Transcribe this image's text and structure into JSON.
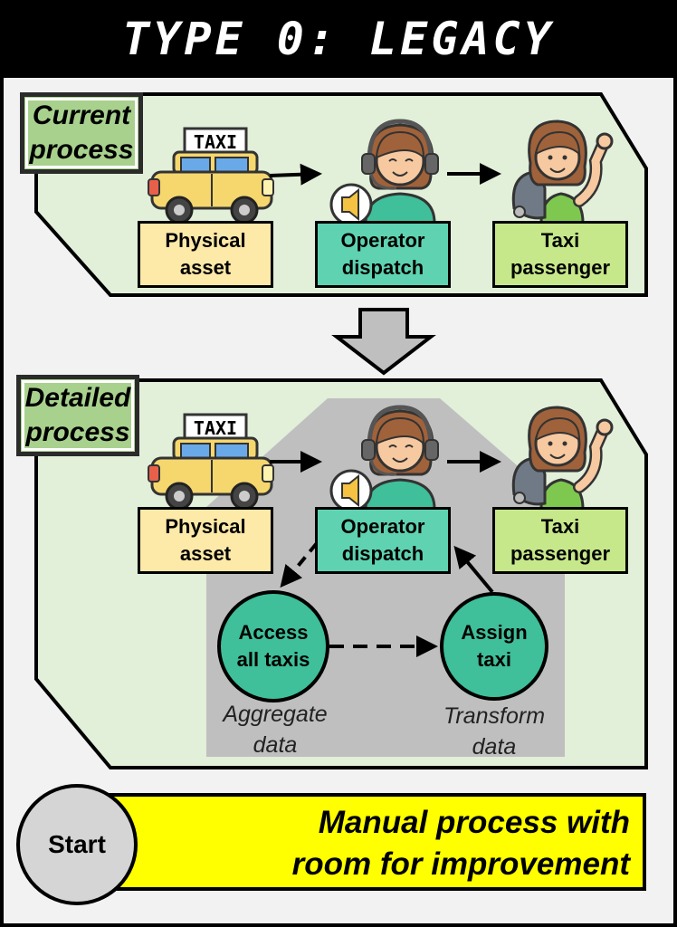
{
  "title": "TYPE 0: LEGACY PROCESS",
  "taxi_sign": "TAXI",
  "current": {
    "tag": "Current\nprocess",
    "asset": "Physical\nasset",
    "dispatch": "Operator\ndispatch",
    "passenger": "Taxi\npassenger"
  },
  "detailed": {
    "tag": "Detailed\nprocess",
    "asset": "Physical\nasset",
    "dispatch": "Operator\ndispatch",
    "passenger": "Taxi\npassenger",
    "access": "Access\nall taxis",
    "assign": "Assign\ntaxi",
    "aggregate": "Aggregate\ndata",
    "transform": "Transform\ndata"
  },
  "footer": {
    "start": "Start",
    "message": "Manual process with\nroom for improvement"
  },
  "colors": {
    "panel": "#e2efd9",
    "tag": "#a9d18e",
    "asset": "#fde9a8",
    "dispatch": "#5fd3b1",
    "passenger": "#c6e88a",
    "banner": "#ffff00"
  }
}
